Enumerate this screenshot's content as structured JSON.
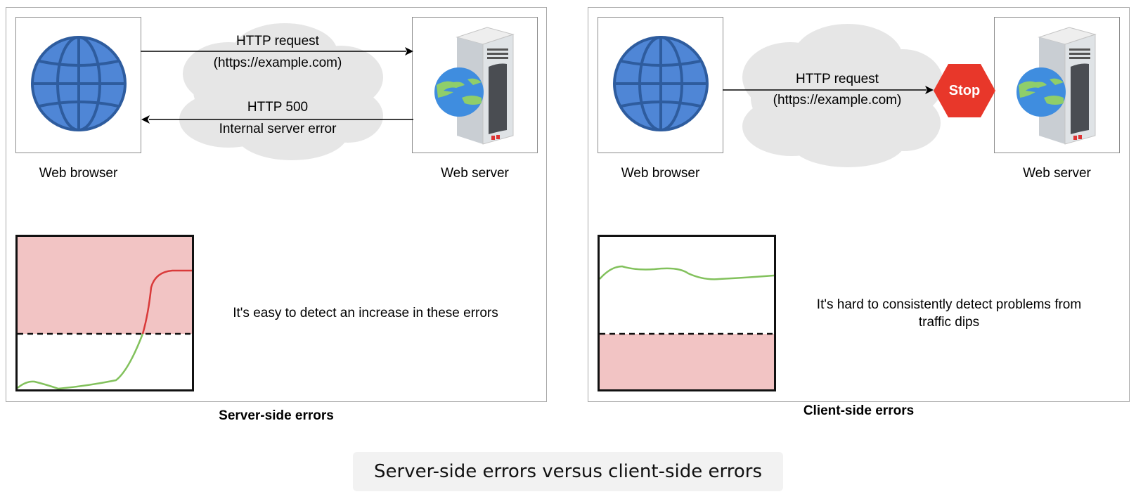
{
  "left": {
    "browser_label": "Web browser",
    "server_label": "Web server",
    "request_line1": "HTTP request",
    "request_line2": "(https://example.com)",
    "response_line1": "HTTP 500",
    "response_line2": "Internal server error",
    "description": "It's easy to detect an increase in these errors",
    "caption": "Server-side errors"
  },
  "right": {
    "browser_label": "Web browser",
    "server_label": "Web server",
    "request_line1": "HTTP request",
    "request_line2": "(https://example.com)",
    "stop_label": "Stop",
    "description": "It's hard to consistently detect problems from traffic dips",
    "caption": "Client-side errors"
  },
  "footer": {
    "title": "Server-side errors versus client-side errors"
  },
  "colors": {
    "globe": "#4f86d6",
    "globe_stroke": "#2e5c9e",
    "alert_zone": "#f2c4c4",
    "normal_line": "#82c15c",
    "error_line": "#d93a3a",
    "stop": "#e8372a"
  }
}
